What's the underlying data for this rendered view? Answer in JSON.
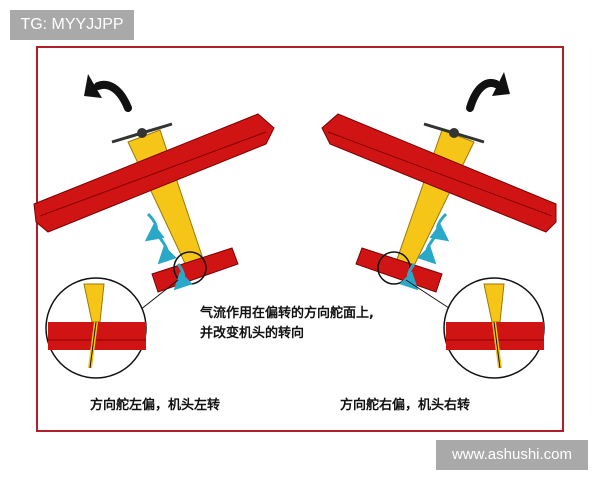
{
  "watermark_top": "TG: MYYJJPP",
  "watermark_bottom": "www.ashushi.com",
  "annotation": {
    "line1": "气流作用在偏转的方向舵面上,",
    "line2": "并改变机头的转向"
  },
  "captions": {
    "left": "方向舵左偏，机头左转",
    "right": "方向舵右偏，机头右转"
  },
  "colors": {
    "frame": "#b01e2a",
    "wing": "#d01414",
    "fuselage": "#f5c518",
    "arrow": "#2aa8c8",
    "watermark_bg": "#a9a9a9"
  }
}
